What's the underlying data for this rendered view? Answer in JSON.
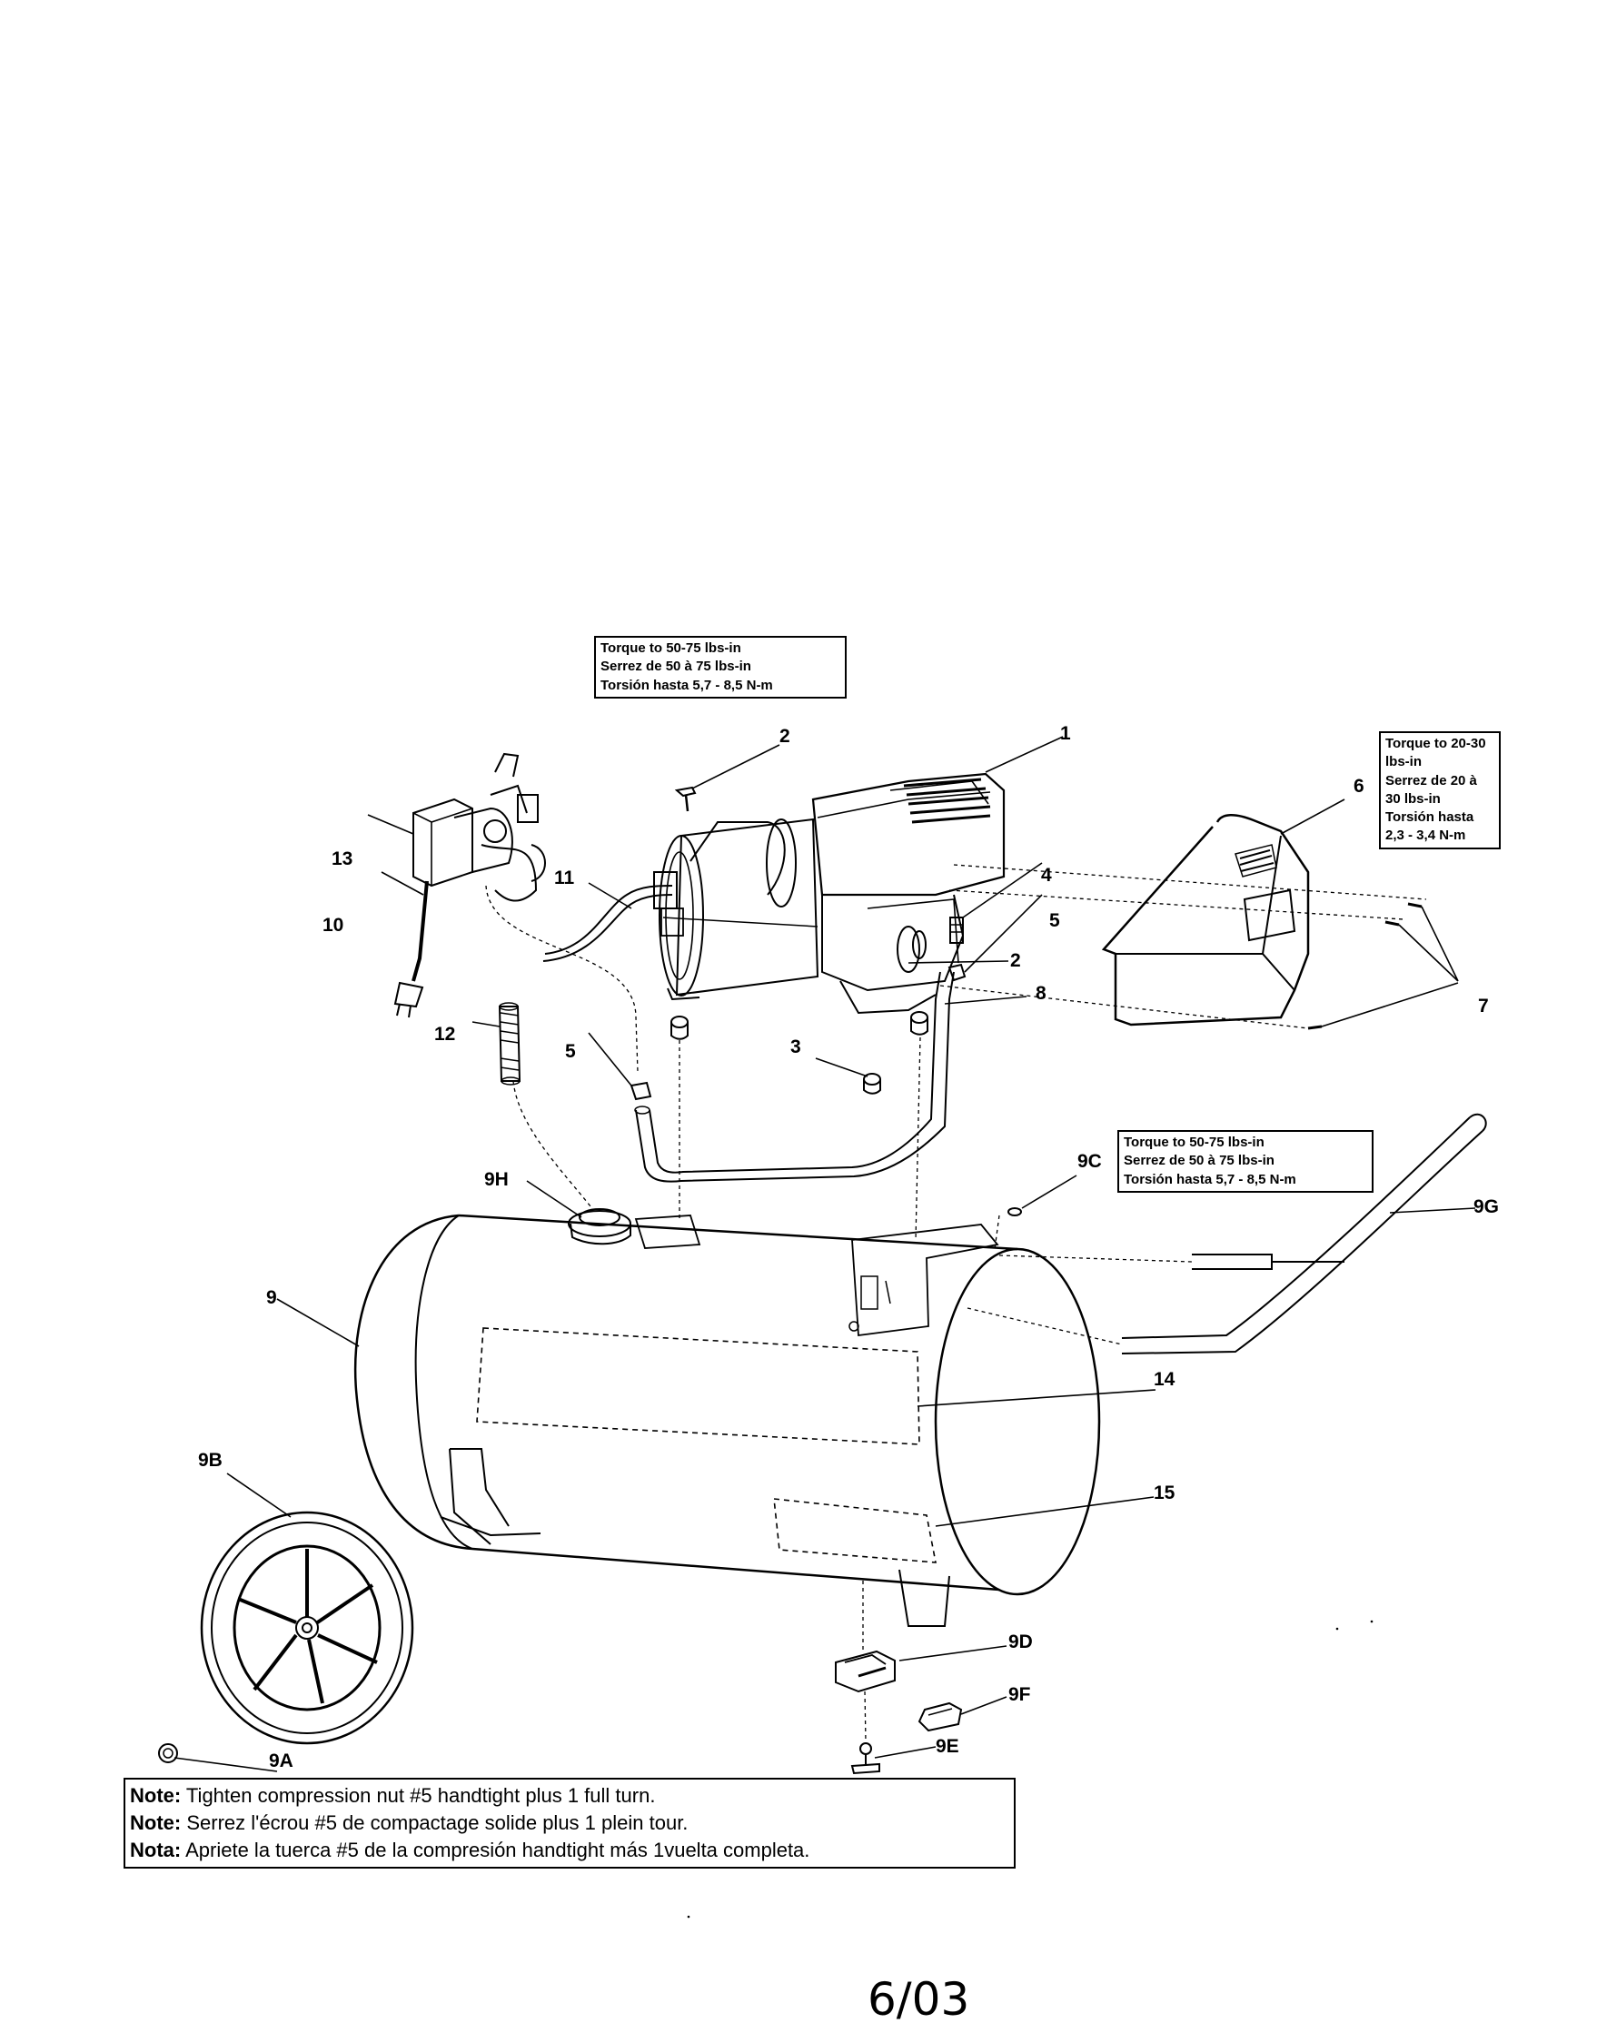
{
  "torque_boxes": {
    "top": [
      "Torque to 50-75 lbs-in",
      "Serrez de 50 à 75 lbs-in",
      "Torsión hasta 5,7 - 8,5 N-m"
    ],
    "middle": [
      "Torque to 50-75 lbs-in",
      "Serrez de 50 à 75 lbs-in",
      "Torsión hasta 5,7 - 8,5 N-m"
    ],
    "shroud": [
      "Torque to 20-30 lbs-in",
      "Serrez de 20 à 30 lbs-in",
      "Torsión hasta 2,3 - 3,4 N-m"
    ]
  },
  "callouts": {
    "c1": "1",
    "c2a": "2",
    "c2b": "2",
    "c3": "3",
    "c4": "4",
    "c5a": "5",
    "c5b": "5",
    "c6": "6",
    "c7": "7",
    "c8": "8",
    "c9": "9",
    "c9a": "9A",
    "c9b": "9B",
    "c9c": "9C",
    "c9d": "9D",
    "c9e": "9E",
    "c9f": "9F",
    "c9g": "9G",
    "c9h": "9H",
    "c10": "10",
    "c11": "11",
    "c12": "12",
    "c13": "13",
    "c14": "14",
    "c15": "15"
  },
  "notes": [
    {
      "label": "Note:",
      "text": " Tighten compression nut #5 handtight plus 1 full turn."
    },
    {
      "label": "Note:",
      "text": " Serrez l'écrou #5 de compactage solide plus 1 plein tour."
    },
    {
      "label": "Nota:",
      "text": " Apriete la tuerca #5 de la compresión handtight más 1vuelta completa."
    }
  ],
  "footer": {
    "date": "6/03"
  }
}
